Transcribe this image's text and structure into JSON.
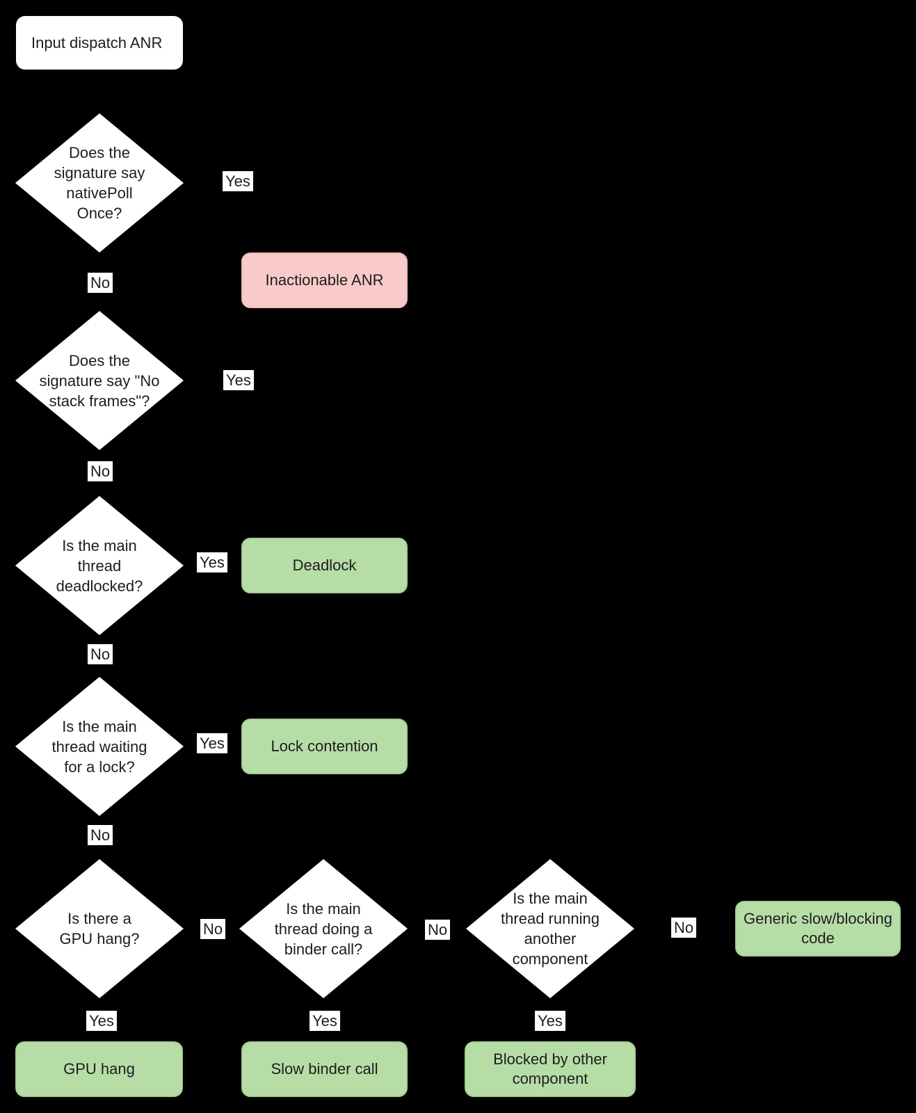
{
  "flowchart": {
    "start": {
      "label": "Input dispatch ANR"
    },
    "decisions": {
      "d1": {
        "text": "Does the\nsignature say\nnativePoll\nOnce?",
        "yes_label": "Yes",
        "no_label": "No"
      },
      "d2": {
        "text": "Does the\nsignature say \"No\nstack frames\"?",
        "yes_label": "Yes",
        "no_label": "No"
      },
      "d3": {
        "text": "Is the main\nthread\ndeadlocked?",
        "yes_label": "Yes",
        "no_label": "No"
      },
      "d4": {
        "text": "Is the main\nthread waiting\nfor a lock?",
        "yes_label": "Yes",
        "no_label": "No"
      },
      "d5": {
        "text": "Is there a\nGPU hang?",
        "yes_label": "Yes",
        "no_label": "No"
      },
      "d6": {
        "text": "Is the main\nthread doing a\nbinder call?",
        "yes_label": "Yes",
        "no_label": "No"
      },
      "d7": {
        "text": "Is the main\nthread running\nanother\ncomponent",
        "yes_label": "Yes",
        "no_label": "No"
      }
    },
    "outcomes": {
      "inactionable": {
        "label": "Inactionable ANR",
        "type": "negative"
      },
      "deadlock": {
        "label": "Deadlock",
        "type": "positive"
      },
      "lock_contention": {
        "label": "Lock contention",
        "type": "positive"
      },
      "generic_slow": {
        "label": "Generic slow/blocking code",
        "type": "positive"
      },
      "gpu_hang": {
        "label": "GPU hang",
        "type": "positive"
      },
      "slow_binder": {
        "label": "Slow binder call",
        "type": "positive"
      },
      "blocked_other": {
        "label": "Blocked by other component",
        "type": "positive"
      }
    },
    "colors": {
      "background": "#000000",
      "decision_fill": "#ffffff",
      "positive_fill": "#b7dda7",
      "negative_fill": "#f9caca",
      "text": "#1d1d1d"
    }
  }
}
